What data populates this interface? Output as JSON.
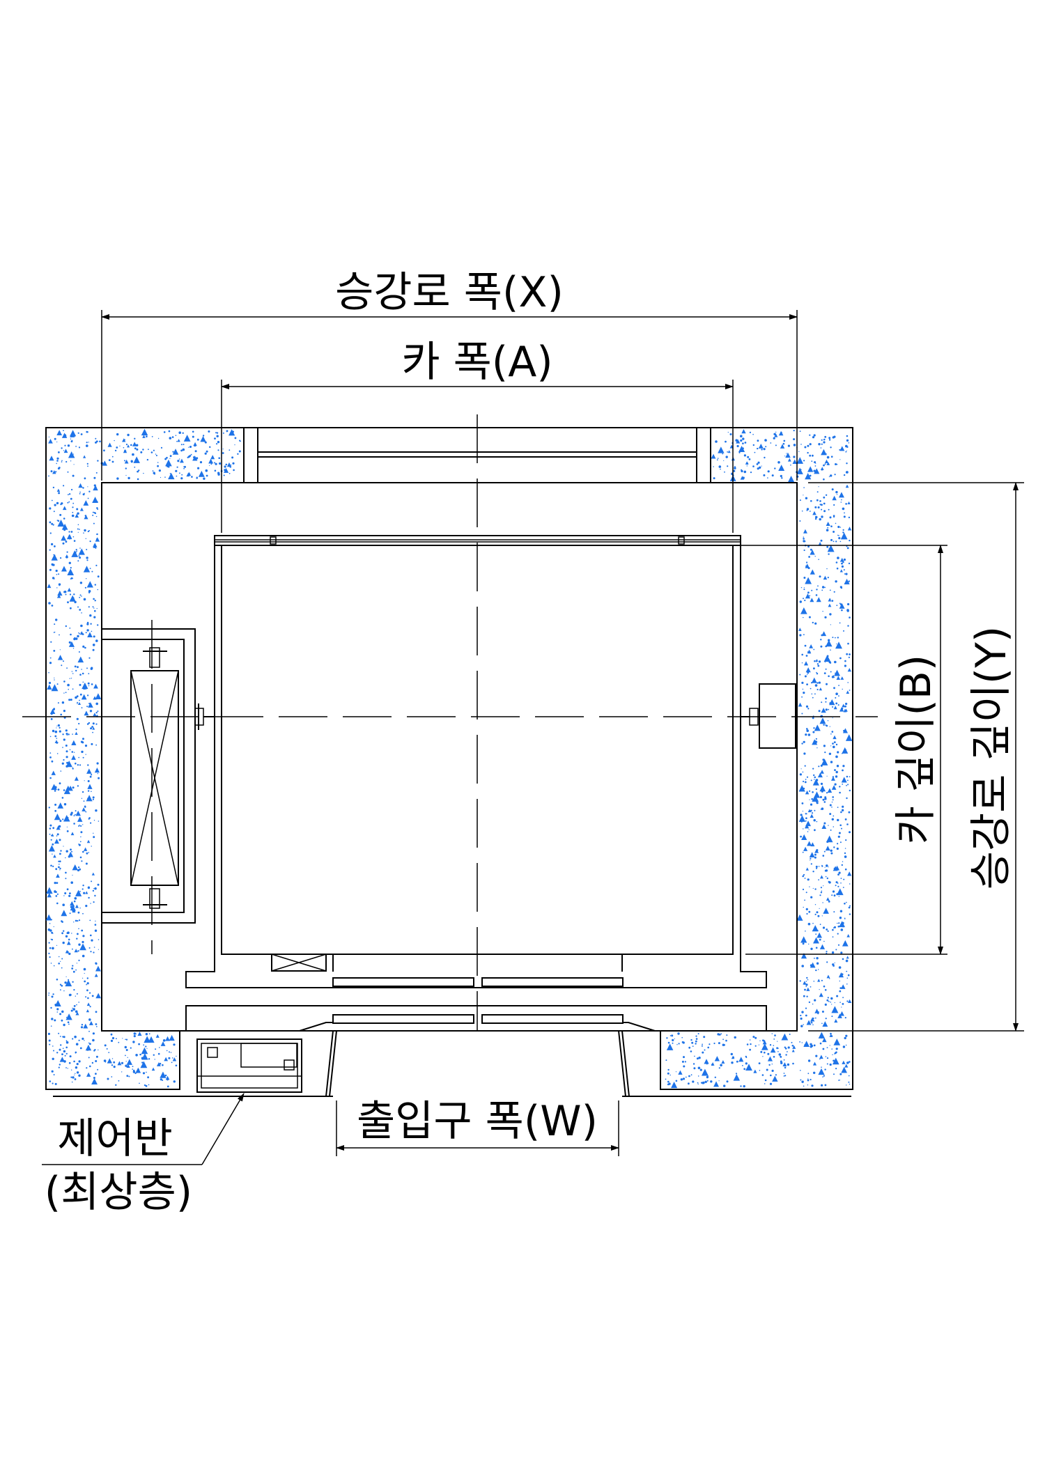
{
  "labels": {
    "shaft_width": "승강로 폭(X)",
    "car_width": "카 폭(A)",
    "car_depth": "카 깊이(B)",
    "shaft_depth": "승강로 깊이(Y)",
    "entrance_width": "출입구 폭(W)",
    "control_panel_line1": "제어반",
    "control_panel_line2": "(최상층)"
  },
  "colors": {
    "concrete_speckle": "#1e73e8",
    "line": "#000000"
  }
}
